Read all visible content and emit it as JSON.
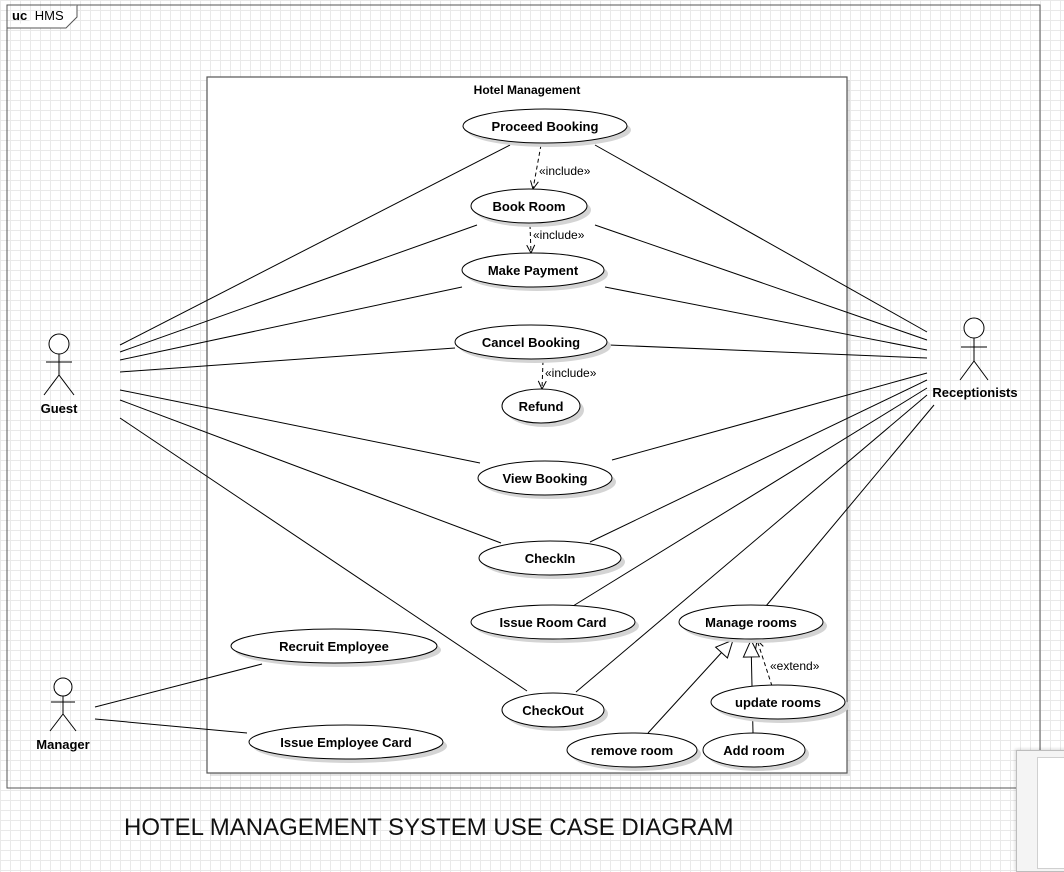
{
  "frame": {
    "keyword": "uc",
    "name": "HMS"
  },
  "system": {
    "title": "Hotel Management"
  },
  "actors": {
    "guest": "Guest",
    "receptionists": "Receptionists",
    "manager": "Manager"
  },
  "use_cases": {
    "proceed_booking": "Proceed Booking",
    "book_room": "Book Room",
    "make_payment": "Make Payment",
    "cancel_booking": "Cancel Booking",
    "refund": "Refund",
    "view_booking": "View Booking",
    "checkin": "CheckIn",
    "issue_room_card": "Issue Room Card",
    "manage_rooms": "Manage rooms",
    "recruit_employee": "Recruit Employee",
    "checkout": "CheckOut",
    "update_rooms": "update rooms",
    "issue_employee_card": "Issue Employee Card",
    "remove_room": "remove room",
    "add_room": "Add room"
  },
  "relationship_labels": {
    "include": "«include»",
    "extend": "«extend»"
  },
  "caption": "HOTEL MANAGEMENT SYSTEM USE CASE DIAGRAM",
  "colors": {
    "line": "#000000",
    "frame": "#555555",
    "shadow": "#d9d9d9",
    "grid": "#e9e9e9"
  }
}
